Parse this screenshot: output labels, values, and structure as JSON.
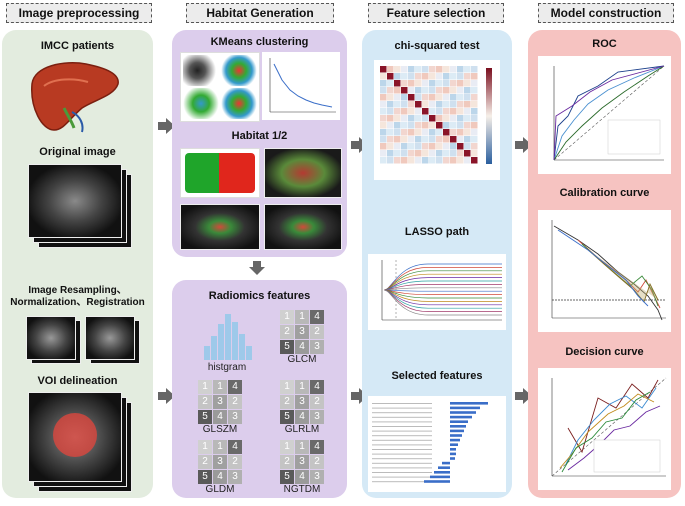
{
  "headers": {
    "preprocessing": "Image preprocessing",
    "habitat": "Habitat Generation",
    "feature": "Feature  selection",
    "model": "Model construction"
  },
  "preprocessing": {
    "patients": "IMCC patients",
    "original": "Original image",
    "resampling_1": "Image Resampling、",
    "resampling_2": "Normalization、Registration",
    "voi": "VOI delineation"
  },
  "habitat": {
    "kmeans": "KMeans clustering",
    "habitat12": "Habitat 1/2",
    "radiomics": "Radiomics features",
    "histgram": "histgram",
    "glcm": "GLCM",
    "glszm": "GLSZM",
    "glrlm": "GLRLM",
    "gldm": "GLDM",
    "ngtdm": "NGTDM"
  },
  "feature": {
    "chi": "chi-squared test",
    "lasso": "LASSO path",
    "selected": "Selected features"
  },
  "model": {
    "roc": "ROC",
    "calibration": "Calibration curve",
    "decision": "Decision curve"
  },
  "matrix_digits": [
    "1",
    "1",
    "4",
    "2",
    "3",
    "2",
    "5",
    "4",
    "3"
  ],
  "colors": {
    "preprocessing_bg": "#e3ecdf",
    "habitat_bg": "#dccdec",
    "feature_bg": "#d5e9f6",
    "model_bg": "#f6c3c1",
    "arrow": "#666666"
  }
}
